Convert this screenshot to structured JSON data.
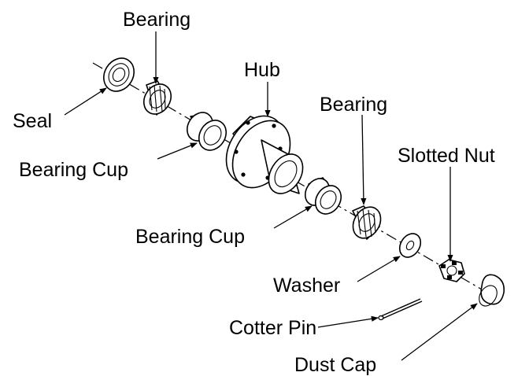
{
  "labels": {
    "seal": "Seal",
    "bearing_inner": "Bearing",
    "bearing_cup_inner": "Bearing Cup",
    "hub": "Hub",
    "bearing_outer": "Bearing",
    "bearing_cup_outer": "Bearing Cup",
    "slotted_nut": "Slotted Nut",
    "washer": "Washer",
    "cotter_pin": "Cotter Pin",
    "dust_cap": "Dust Cap"
  }
}
